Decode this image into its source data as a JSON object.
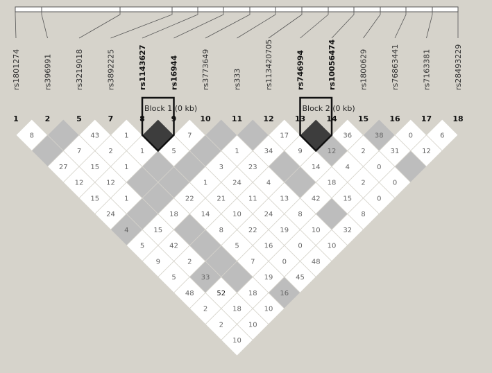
{
  "diagram": {
    "snp_labels": [
      "rs1801274",
      "rs396991",
      "rs3219018",
      "rs3892225",
      "rs1143627",
      "rs16944",
      "rs3773649",
      "rs333",
      "rs113420705",
      "rs746994",
      "rs10056474",
      "rs1800629",
      "rs76863441",
      "rs7163381",
      "rs28493229"
    ],
    "snp_indices": [
      "1",
      "2",
      "5",
      "7",
      "8",
      "9",
      "10",
      "11",
      "12",
      "13",
      "14",
      "15",
      "16",
      "17",
      "18"
    ],
    "bold_snps": [
      4,
      5,
      9,
      10
    ],
    "blocks": [
      {
        "title": "Block 1 (0 kb)",
        "start": 4,
        "end": 5
      },
      {
        "title": "Block 2 (0 kb)",
        "start": 9,
        "end": 10
      }
    ],
    "colors": {
      "background": "#d6d3cb",
      "white": "#ffffff",
      "gray": "#bdbdbd",
      "dark": "#3d3d3d"
    },
    "cells": [
      {
        "i": 0,
        "j": 1,
        "v": "8",
        "c": "w"
      },
      {
        "i": 1,
        "j": 2,
        "v": "",
        "c": "g"
      },
      {
        "i": 2,
        "j": 3,
        "v": "43",
        "c": "w"
      },
      {
        "i": 3,
        "j": 4,
        "v": "1",
        "c": "w"
      },
      {
        "i": 4,
        "j": 5,
        "v": "",
        "c": "d"
      },
      {
        "i": 5,
        "j": 6,
        "v": "7",
        "c": "w"
      },
      {
        "i": 6,
        "j": 7,
        "v": "",
        "c": "g"
      },
      {
        "i": 7,
        "j": 8,
        "v": "",
        "c": "g"
      },
      {
        "i": 8,
        "j": 9,
        "v": "17",
        "c": "w"
      },
      {
        "i": 9,
        "j": 10,
        "v": "",
        "c": "d"
      },
      {
        "i": 10,
        "j": 11,
        "v": "36",
        "c": "w"
      },
      {
        "i": 11,
        "j": 12,
        "v": "38",
        "c": "g"
      },
      {
        "i": 12,
        "j": 13,
        "v": "0",
        "c": "w"
      },
      {
        "i": 13,
        "j": 14,
        "v": "6",
        "c": "w"
      },
      {
        "i": 0,
        "j": 2,
        "v": "",
        "c": "g"
      },
      {
        "i": 1,
        "j": 3,
        "v": "7",
        "c": "w"
      },
      {
        "i": 2,
        "j": 4,
        "v": "2",
        "c": "w"
      },
      {
        "i": 3,
        "j": 5,
        "v": "1",
        "c": "w"
      },
      {
        "i": 4,
        "j": 6,
        "v": "5",
        "c": "w"
      },
      {
        "i": 5,
        "j": 7,
        "v": "",
        "c": "g"
      },
      {
        "i": 6,
        "j": 8,
        "v": "1",
        "c": "w"
      },
      {
        "i": 7,
        "j": 9,
        "v": "34",
        "c": "w"
      },
      {
        "i": 8,
        "j": 10,
        "v": "9",
        "c": "w"
      },
      {
        "i": 9,
        "j": 11,
        "v": "12",
        "c": "g"
      },
      {
        "i": 10,
        "j": 12,
        "v": "2",
        "c": "w"
      },
      {
        "i": 11,
        "j": 13,
        "v": "31",
        "c": "w"
      },
      {
        "i": 12,
        "j": 14,
        "v": "12",
        "c": "w"
      },
      {
        "i": 0,
        "j": 3,
        "v": "27",
        "c": "w"
      },
      {
        "i": 1,
        "j": 4,
        "v": "15",
        "c": "w"
      },
      {
        "i": 2,
        "j": 5,
        "v": "1",
        "c": "w"
      },
      {
        "i": 3,
        "j": 6,
        "v": "",
        "c": "g"
      },
      {
        "i": 4,
        "j": 7,
        "v": "",
        "c": "g"
      },
      {
        "i": 5,
        "j": 8,
        "v": "3",
        "c": "w"
      },
      {
        "i": 6,
        "j": 9,
        "v": "23",
        "c": "w"
      },
      {
        "i": 7,
        "j": 10,
        "v": "",
        "c": "g"
      },
      {
        "i": 8,
        "j": 11,
        "v": "14",
        "c": "w"
      },
      {
        "i": 9,
        "j": 12,
        "v": "4",
        "c": "w"
      },
      {
        "i": 10,
        "j": 13,
        "v": "0",
        "c": "w"
      },
      {
        "i": 11,
        "j": 14,
        "v": "",
        "c": "g"
      },
      {
        "i": 0,
        "j": 4,
        "v": "12",
        "c": "w"
      },
      {
        "i": 1,
        "j": 5,
        "v": "12",
        "c": "w"
      },
      {
        "i": 2,
        "j": 6,
        "v": "",
        "c": "g"
      },
      {
        "i": 3,
        "j": 7,
        "v": "",
        "c": "g"
      },
      {
        "i": 4,
        "j": 8,
        "v": "1",
        "c": "w"
      },
      {
        "i": 5,
        "j": 9,
        "v": "24",
        "c": "w"
      },
      {
        "i": 6,
        "j": 10,
        "v": "4",
        "c": "w"
      },
      {
        "i": 7,
        "j": 11,
        "v": "",
        "c": "g"
      },
      {
        "i": 8,
        "j": 12,
        "v": "18",
        "c": "w"
      },
      {
        "i": 9,
        "j": 13,
        "v": "2",
        "c": "w"
      },
      {
        "i": 10,
        "j": 14,
        "v": "0",
        "c": "w"
      },
      {
        "i": 0,
        "j": 5,
        "v": "15",
        "c": "w"
      },
      {
        "i": 1,
        "j": 6,
        "v": "1",
        "c": "w"
      },
      {
        "i": 2,
        "j": 7,
        "v": "",
        "c": "g"
      },
      {
        "i": 3,
        "j": 8,
        "v": "22",
        "c": "w"
      },
      {
        "i": 4,
        "j": 9,
        "v": "21",
        "c": "w"
      },
      {
        "i": 5,
        "j": 10,
        "v": "11",
        "c": "w"
      },
      {
        "i": 6,
        "j": 11,
        "v": "13",
        "c": "w"
      },
      {
        "i": 7,
        "j": 12,
        "v": "42",
        "c": "w"
      },
      {
        "i": 8,
        "j": 13,
        "v": "15",
        "c": "w"
      },
      {
        "i": 9,
        "j": 14,
        "v": "0",
        "c": "w"
      },
      {
        "i": 0,
        "j": 6,
        "v": "24",
        "c": "w"
      },
      {
        "i": 1,
        "j": 7,
        "v": "",
        "c": "g"
      },
      {
        "i": 2,
        "j": 8,
        "v": "18",
        "c": "w"
      },
      {
        "i": 3,
        "j": 9,
        "v": "14",
        "c": "w"
      },
      {
        "i": 4,
        "j": 10,
        "v": "10",
        "c": "w"
      },
      {
        "i": 5,
        "j": 11,
        "v": "24",
        "c": "w"
      },
      {
        "i": 6,
        "j": 12,
        "v": "8",
        "c": "w"
      },
      {
        "i": 7,
        "j": 13,
        "v": "",
        "c": "g"
      },
      {
        "i": 8,
        "j": 14,
        "v": "8",
        "c": "w"
      },
      {
        "i": 0,
        "j": 7,
        "v": "4",
        "c": "g"
      },
      {
        "i": 1,
        "j": 8,
        "v": "15",
        "c": "w"
      },
      {
        "i": 2,
        "j": 9,
        "v": "",
        "c": "g"
      },
      {
        "i": 3,
        "j": 10,
        "v": "8",
        "c": "w"
      },
      {
        "i": 4,
        "j": 11,
        "v": "22",
        "c": "w"
      },
      {
        "i": 5,
        "j": 12,
        "v": "19",
        "c": "w"
      },
      {
        "i": 6,
        "j": 13,
        "v": "10",
        "c": "w"
      },
      {
        "i": 7,
        "j": 14,
        "v": "32",
        "c": "w"
      },
      {
        "i": 0,
        "j": 8,
        "v": "5",
        "c": "w"
      },
      {
        "i": 1,
        "j": 9,
        "v": "42",
        "c": "w"
      },
      {
        "i": 2,
        "j": 10,
        "v": "",
        "c": "g"
      },
      {
        "i": 3,
        "j": 11,
        "v": "5",
        "c": "w"
      },
      {
        "i": 4,
        "j": 12,
        "v": "16",
        "c": "w"
      },
      {
        "i": 5,
        "j": 13,
        "v": "0",
        "c": "w"
      },
      {
        "i": 6,
        "j": 14,
        "v": "10",
        "c": "w"
      },
      {
        "i": 0,
        "j": 9,
        "v": "9",
        "c": "w"
      },
      {
        "i": 1,
        "j": 10,
        "v": "2",
        "c": "w"
      },
      {
        "i": 2,
        "j": 11,
        "v": "",
        "c": "g"
      },
      {
        "i": 3,
        "j": 12,
        "v": "7",
        "c": "w"
      },
      {
        "i": 4,
        "j": 13,
        "v": "0",
        "c": "w"
      },
      {
        "i": 5,
        "j": 14,
        "v": "48",
        "c": "w"
      },
      {
        "i": 0,
        "j": 10,
        "v": "5",
        "c": "w"
      },
      {
        "i": 1,
        "j": 11,
        "v": "33",
        "c": "g"
      },
      {
        "i": 2,
        "j": 12,
        "v": "",
        "c": "g"
      },
      {
        "i": 3,
        "j": 13,
        "v": "19",
        "c": "w"
      },
      {
        "i": 4,
        "j": 14,
        "v": "45",
        "c": "w"
      },
      {
        "i": 0,
        "j": 11,
        "v": "48",
        "c": "w"
      },
      {
        "i": 1,
        "j": 12,
        "v": "52",
        "c": "w",
        "dark_text": true
      },
      {
        "i": 2,
        "j": 13,
        "v": "18",
        "c": "w"
      },
      {
        "i": 3,
        "j": 14,
        "v": "16",
        "c": "g"
      },
      {
        "i": 0,
        "j": 12,
        "v": "2",
        "c": "w"
      },
      {
        "i": 1,
        "j": 13,
        "v": "18",
        "c": "w"
      },
      {
        "i": 2,
        "j": 14,
        "v": "10",
        "c": "w"
      },
      {
        "i": 0,
        "j": 13,
        "v": "2",
        "c": "w"
      },
      {
        "i": 1,
        "j": 14,
        "v": "10",
        "c": "w"
      },
      {
        "i": 0,
        "j": 14,
        "v": "10",
        "c": "w"
      }
    ]
  }
}
